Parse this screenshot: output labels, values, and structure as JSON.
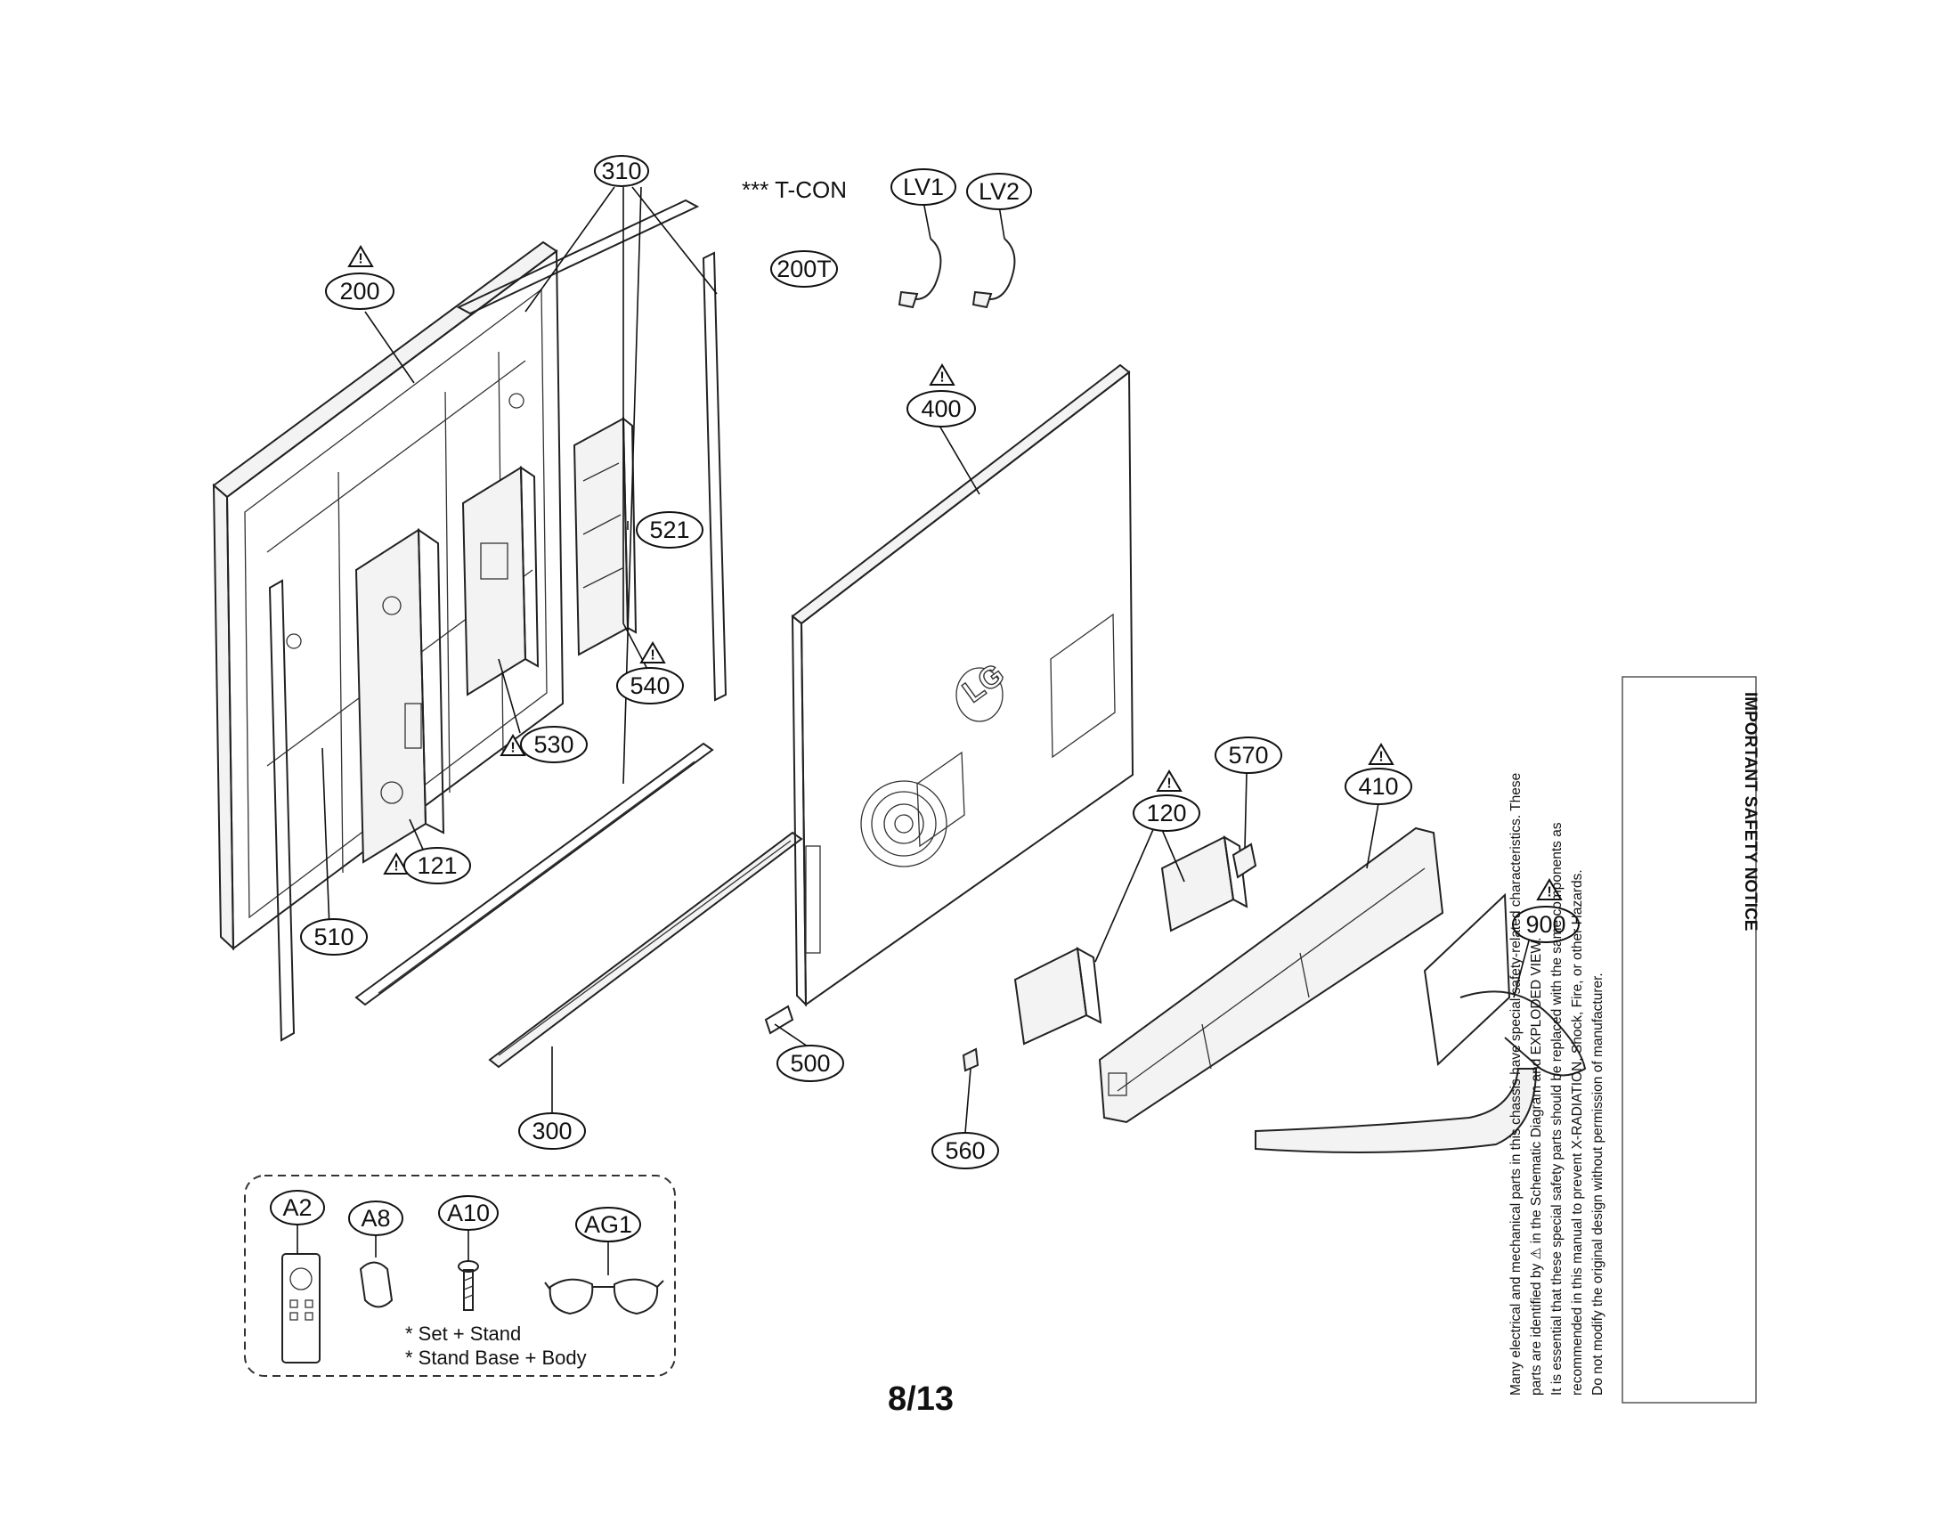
{
  "callouts": {
    "c310": "310",
    "c200": "200",
    "c200T": "200T",
    "cLV1": "LV1",
    "cLV2": "LV2",
    "c400": "400",
    "c521": "521",
    "c540": "540",
    "c530": "530",
    "c121": "121",
    "c510": "510",
    "c500": "500",
    "c300": "300",
    "c120": "120",
    "c570": "570",
    "c410": "410",
    "c900": "900",
    "c560": "560",
    "cA2": "A2",
    "cA8": "A8",
    "cA10": "A10",
    "cAG1": "AG1"
  },
  "tcon_label": "*** T-CON",
  "warning_symbol": "!",
  "brand_logo": "LG",
  "accessories_notes": {
    "line1": "* Set + Stand",
    "line2": "* Stand Base + Body"
  },
  "page_number": "8/13",
  "safety_notice": {
    "title": "IMPORTANT SAFETY NOTICE",
    "lines": [
      "Many electrical and mechanical parts in this chassis have special safety-related characteristics. These",
      "parts are identified by ⚠ in the Schematic Diagram and EXPLODED VIEW.",
      "It is essential that these special safety parts should be replaced with the same components as",
      "recommended in this manual to prevent X-RADIATION, Shock, Fire, or other Hazards.",
      "Do not modify the original design without permission of manufacturer."
    ]
  }
}
